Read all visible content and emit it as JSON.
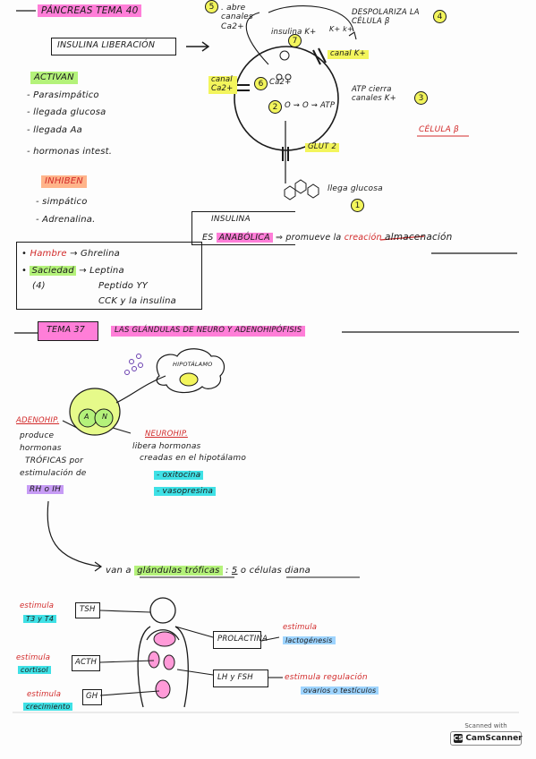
{
  "page_header": {
    "title": "PÁNCREAS TEMA 40"
  },
  "release": {
    "box_label": "INSULINA LIBERACIÓN",
    "activators_heading": "ACTIVAN",
    "activators": [
      "- Parasimpático",
      "- llegada glucosa",
      "- llegada Aa",
      "- hormonas intest."
    ],
    "inhibitors_heading": "INHIBEN",
    "inhibitors": [
      "- simpático",
      "- Adrenalina."
    ]
  },
  "appetite": {
    "hunger_label": "Hambre",
    "hunger_hormone": "→ Ghrelina",
    "satiety_label": "Saciedad",
    "satiety_hormones": [
      "→ Leptina",
      "Peptido YY",
      "CCK y la insulina"
    ],
    "satiety_count": "(4)"
  },
  "beta_cell": {
    "step5": "5",
    "step5_text": ". abre canales Ca2+",
    "step4": "4",
    "step4_text": "DESPOLARIZA LA CÉLULA β",
    "insulin_k": "insulina K+",
    "kk": "K+ k+",
    "channel_k": "canal K+",
    "channel_ca": "canal Ca2+",
    "step6": "6",
    "step6_text": "Ca2+",
    "step7": "7",
    "step2": "2",
    "atp_sym": "O ⇝ O ⇝ ATP",
    "step3": "3",
    "atp_close": "ATP cierra canales K+",
    "cell_label": "CÉLULA β",
    "glut": "GLUT 2",
    "glucose_arrival": "llega glucosa",
    "step1": "1"
  },
  "insulin_anabolic": {
    "heading": "INSULINA",
    "es": "ES",
    "anabolic": "ANABÓLICA",
    "rest": "⇒ promueve la",
    "struck": "creación",
    "storage": "almacenación"
  },
  "tema37": {
    "label": "TEMA 37",
    "title": "LAS GLÁNDULAS DE NEURO Y ADENOHIPÓFISIS"
  },
  "pituitary": {
    "hypothalamus": "HIPOTÁLAMO",
    "a": "A",
    "n": "N",
    "adeno_heading": "ADENOHIP.",
    "adeno_lines": [
      "produce",
      "hormonas",
      "TRÓFICAS por",
      "estimulación de"
    ],
    "adeno_stim": "RH o IH",
    "neuro_heading": "NEUROHIP.",
    "neuro_lines": [
      "libera hormonas",
      "creadas en el hipotálamo"
    ],
    "neuro_h1": "- oxitocina",
    "neuro_h2": "- vasopresina"
  },
  "trophic": {
    "prefix": "van a",
    "glands": "glándulas tróficas",
    "colon": ":",
    "count": "5",
    "o": "o",
    "targets": "células diana"
  },
  "body_map": {
    "left": [
      {
        "stim": "estimula",
        "target": "T3 y T4",
        "hormone": "TSH"
      },
      {
        "stim": "estimula",
        "target": "cortisol",
        "hormone": "ACTH"
      },
      {
        "stim": "estimula",
        "target": "crecimiento",
        "hormone": "GH"
      }
    ],
    "right": [
      {
        "hormone": "PROLACTINA",
        "stim": "estimula",
        "target": "lactogénesis"
      },
      {
        "hormone": "LH y FSH",
        "stim": "estimula regulación",
        "target": "ovarios o testículos"
      }
    ]
  },
  "scanner": {
    "small": "Scanned with",
    "brand": "CamScanner",
    "logo": "CS"
  }
}
